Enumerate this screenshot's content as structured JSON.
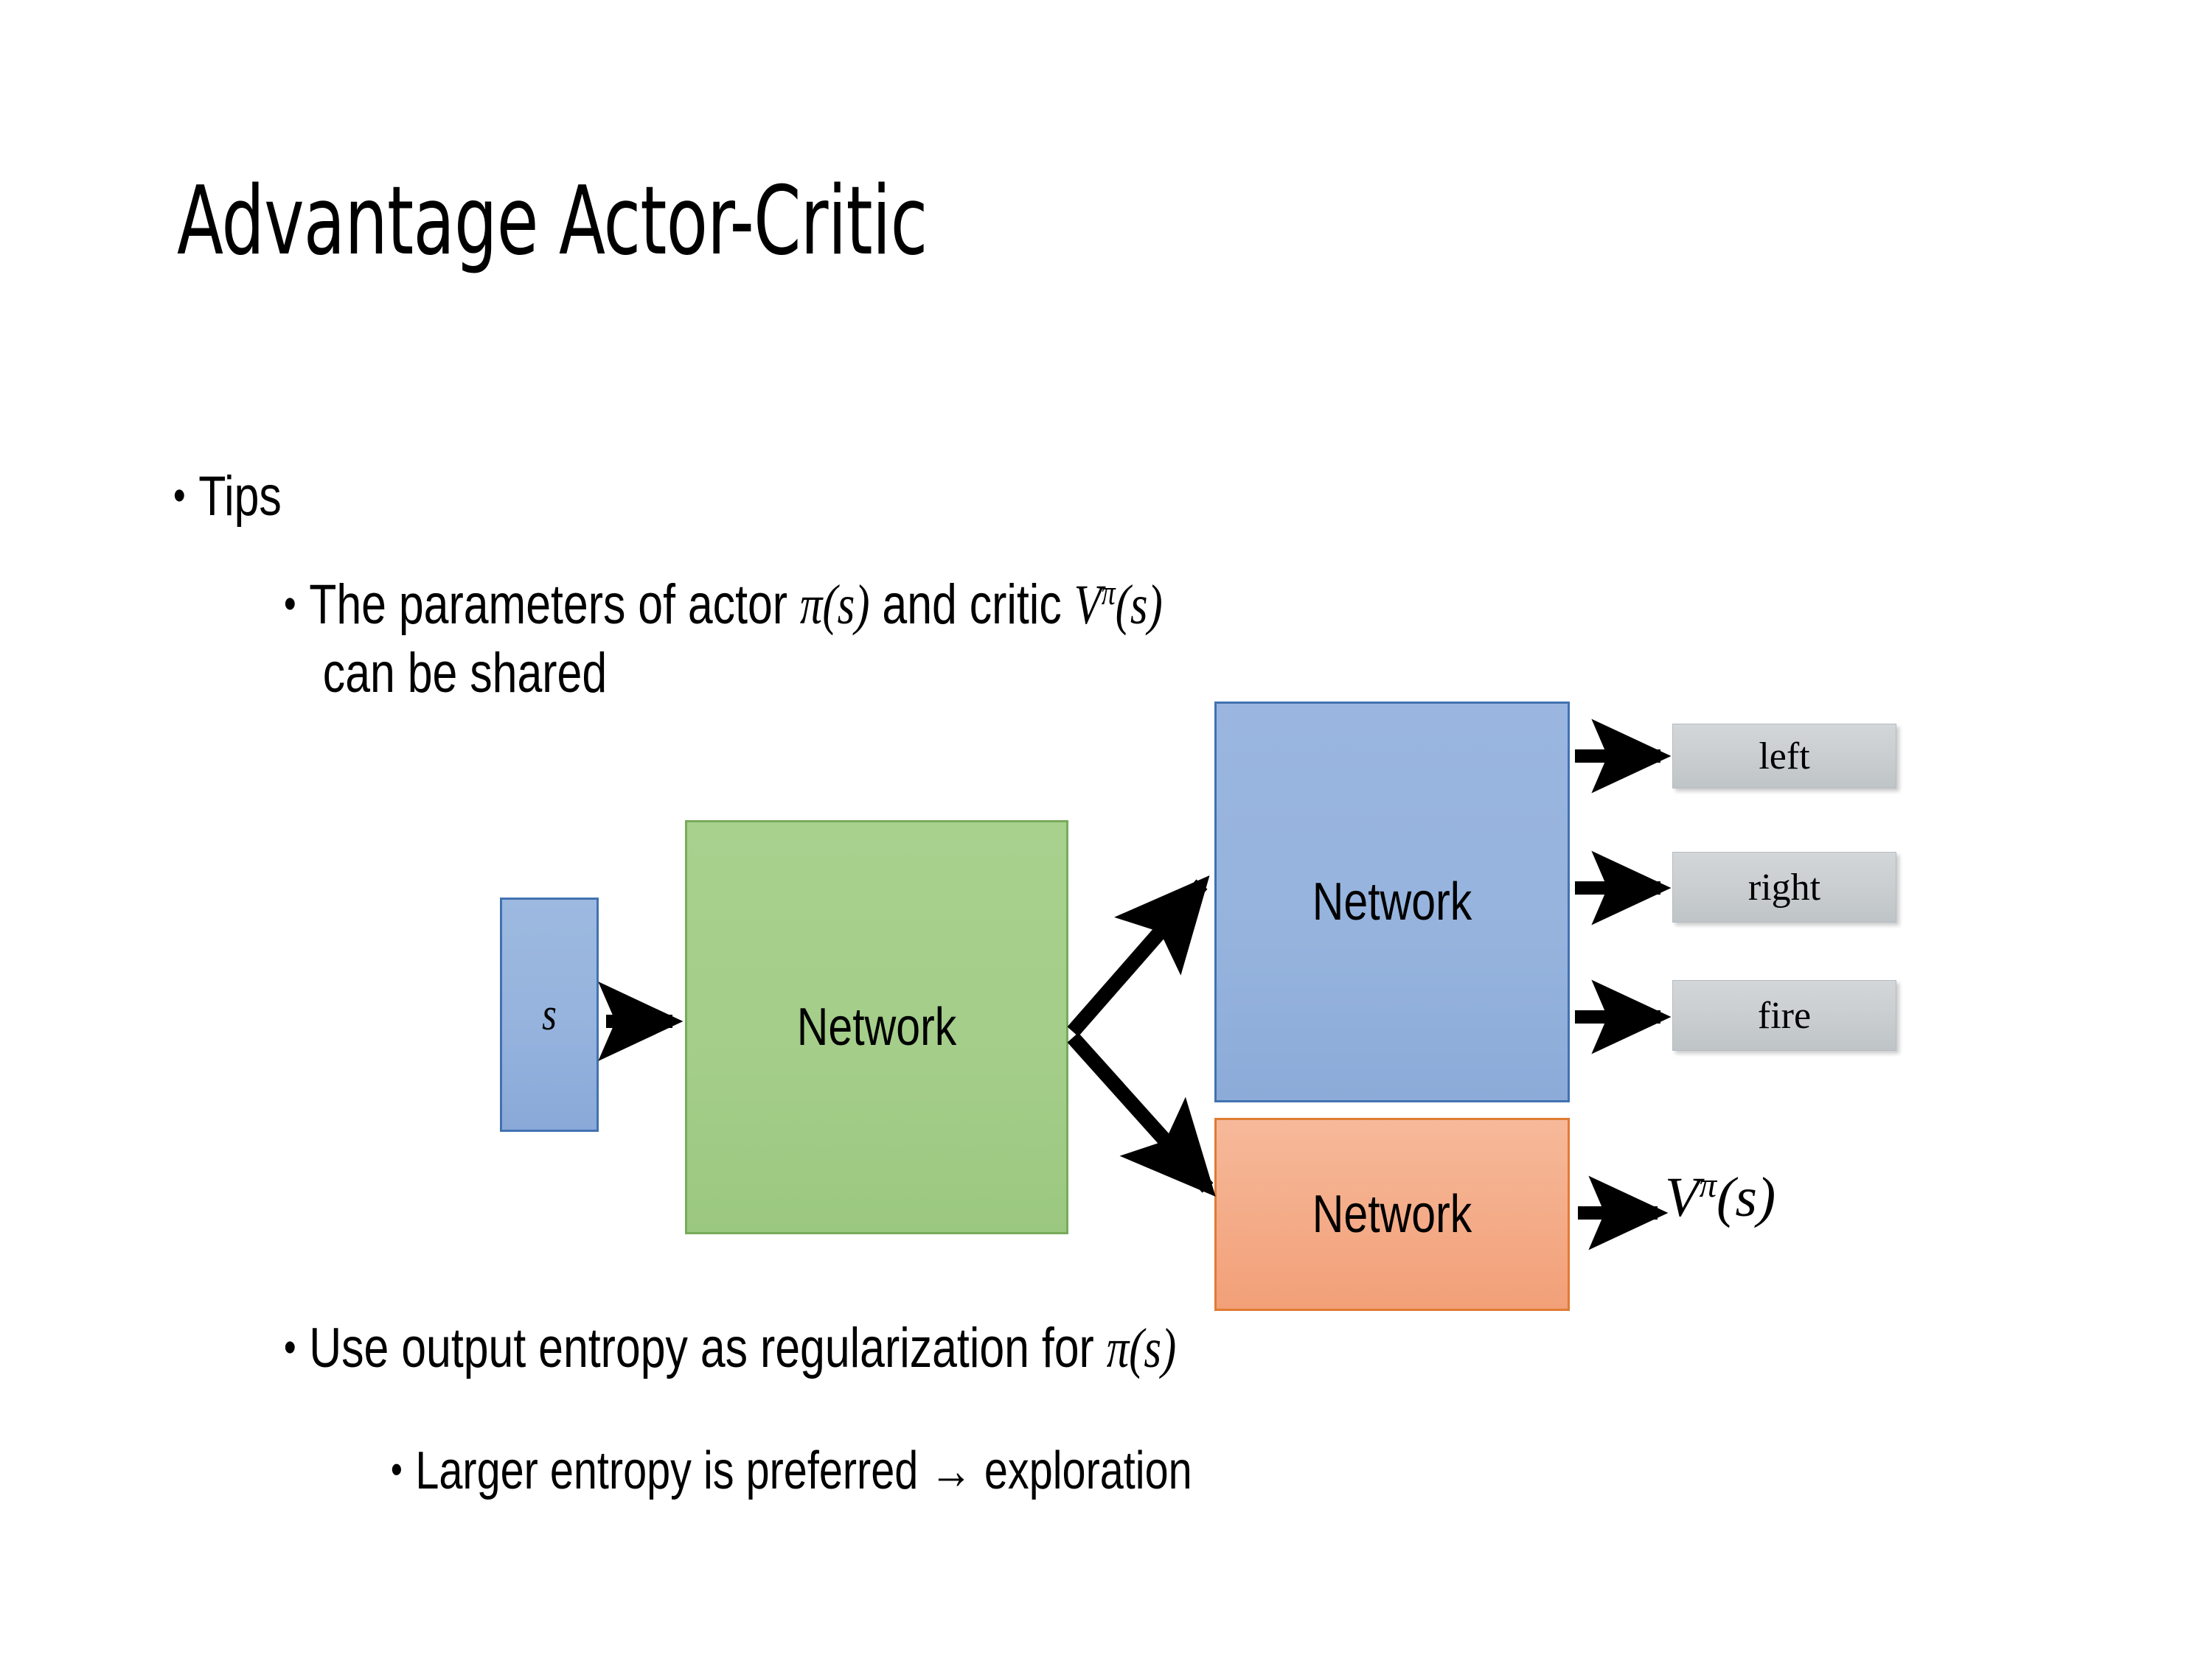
{
  "slide": {
    "title": "Advantage Actor-Critic",
    "background_color": "#ffffff",
    "text_color": "#000000"
  },
  "bullets": {
    "level1": {
      "marker": "•",
      "text": "Tips"
    },
    "level2_params": {
      "marker": "•",
      "line1_prefix": "The parameters of actor ",
      "pi_of_s": "π(s)",
      "line1_mid": " and critic ",
      "v_symbol": "V",
      "v_sup": "π",
      "v_arg": "(s)",
      "line2": "can be shared",
      "full_text": "The parameters of actor π(s)  and critic Vπ(s) can be shared"
    },
    "level2_entropy": {
      "marker": "•",
      "prefix": "Use output entropy as regularization for ",
      "pi_of_s": "π(s)",
      "full_text": "Use output entropy as regularization for π(s)"
    },
    "level3_larger": {
      "marker": "•",
      "text": "Larger entropy is preferred → exploration"
    }
  },
  "diagram": {
    "input_box": {
      "label": "s",
      "fill": "#95b3dd",
      "border": "#4272b0"
    },
    "shared_network": {
      "label": "Network",
      "fill": "#a3cd89",
      "border": "#77ab5b"
    },
    "actor_network": {
      "label": "Network",
      "fill": "#95b3dd",
      "border": "#4272b0"
    },
    "critic_network": {
      "label": "Network",
      "fill": "#f4ab87",
      "border": "#e07b33"
    },
    "actions": [
      {
        "label": "left",
        "fill": "#cbcfd2"
      },
      {
        "label": "right",
        "fill": "#cbcfd2"
      },
      {
        "label": "fire",
        "fill": "#cbcfd2"
      }
    ],
    "value_output": {
      "symbol": "V",
      "superscript": "π",
      "argument": "(s)",
      "full": "Vπ(s)"
    },
    "arrow_color": "#000000"
  }
}
